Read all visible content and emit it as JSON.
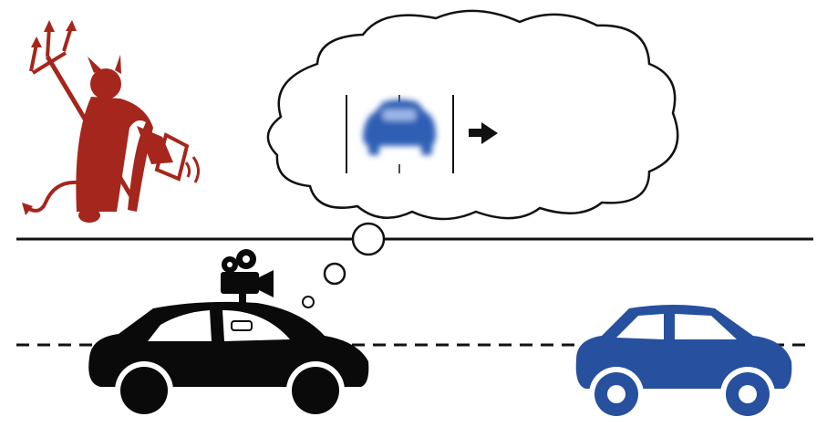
{
  "scene": {
    "description_elements": [
      "devil-attacker",
      "thought-cloud",
      "ego-vehicle",
      "target-vehicle",
      "road"
    ],
    "colors": {
      "devil": "#a5261c",
      "target_car": "#27509e",
      "ego_car": "#0a0a0a",
      "road_line": "#111111",
      "cloud_stroke": "#111111",
      "background": "#ffffff"
    },
    "icons": {
      "attacker": "devil-with-trident-and-megaphone-icon",
      "camera": "video-camera-icon",
      "perception": "blurred-car-icon",
      "arrow": "arrow-right-icon"
    }
  }
}
